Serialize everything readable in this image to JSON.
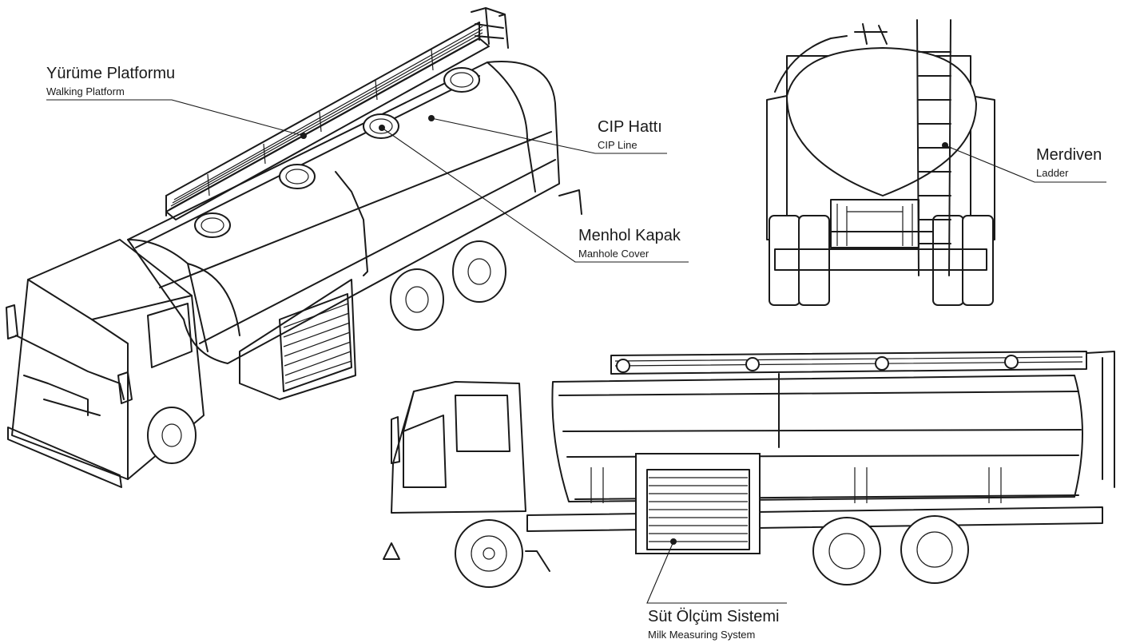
{
  "labels": {
    "walking_platform": {
      "tr": "Yürüme Platformu",
      "en": "Walking Platform"
    },
    "cip_line": {
      "tr": "CIP Hattı",
      "en": "CIP Line"
    },
    "manhole_cover": {
      "tr": "Menhol Kapak",
      "en": "Manhole Cover"
    },
    "ladder": {
      "tr": "Merdiven",
      "en": "Ladder"
    },
    "milk_measuring": {
      "tr": "Süt Ölçüm Sistemi",
      "en": "Milk Measuring System"
    }
  },
  "colors": {
    "line": "#1a1a1a",
    "background": "#ffffff"
  }
}
